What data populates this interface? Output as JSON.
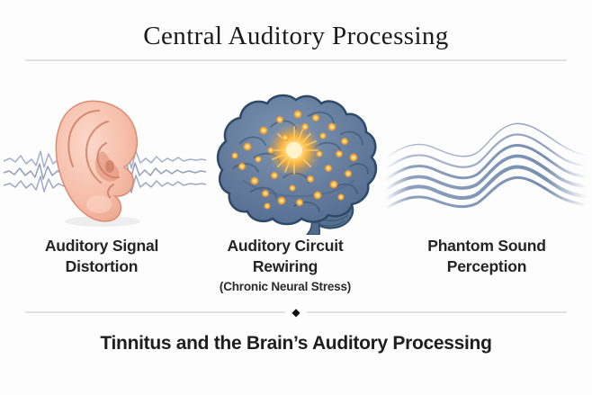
{
  "page": {
    "title": "Central Auditory Processing",
    "footer_title": "Tinnitus and the Brain’s Auditory Processing",
    "divider_diamond": "◆"
  },
  "columns": [
    {
      "id": "ear",
      "line1": "Auditory Signal",
      "line2": "Distortion",
      "sub": ""
    },
    {
      "id": "brain",
      "line1": "Auditory Circuit",
      "line2": "Rewiring",
      "sub": "(Chronic Neural Stress)"
    },
    {
      "id": "waves",
      "line1": "Phantom Sound",
      "line2": "Perception",
      "sub": ""
    }
  ],
  "icons": [
    "ear-with-distorted-waves-illustration",
    "brain-with-hyperactive-neurons-illustration",
    "phantom-sound-waves-illustration"
  ],
  "colors": {
    "background": "#fdfdfe",
    "title_text": "#1b1b1b",
    "label_text": "#242424",
    "divider": "#e1e1e1",
    "wave_blue": "#8095b6",
    "jagged_wave_blue": "#8594b5",
    "brain_blue": "#5f7899",
    "brain_outline": "#2e4a68",
    "glow_orange": "#f6a22d",
    "glow_core": "#fff3c9",
    "ear_skin": "#f3b29c",
    "ear_shade": "#cf7e64"
  }
}
